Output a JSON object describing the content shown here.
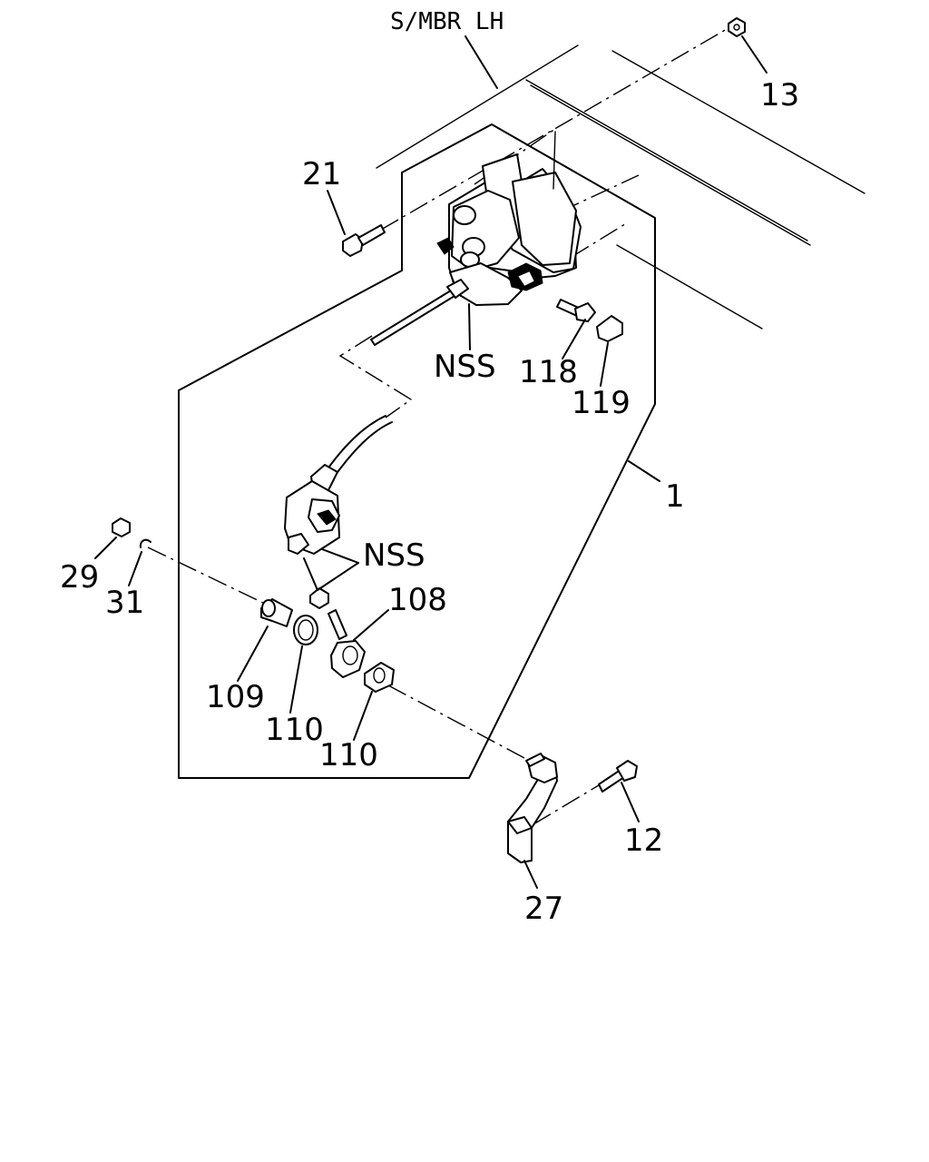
{
  "header_label": "S/MBR LH",
  "callouts": {
    "c13": "13",
    "c21": "21",
    "c1": "1",
    "c118": "118",
    "c119": "119",
    "c29": "29",
    "c31": "31",
    "c108": "108",
    "c109": "109",
    "c110a": "110",
    "c110b": "110",
    "c12": "12",
    "c27": "27"
  },
  "notes": {
    "nss_upper": "NSS",
    "nss_lower": "NSS"
  }
}
